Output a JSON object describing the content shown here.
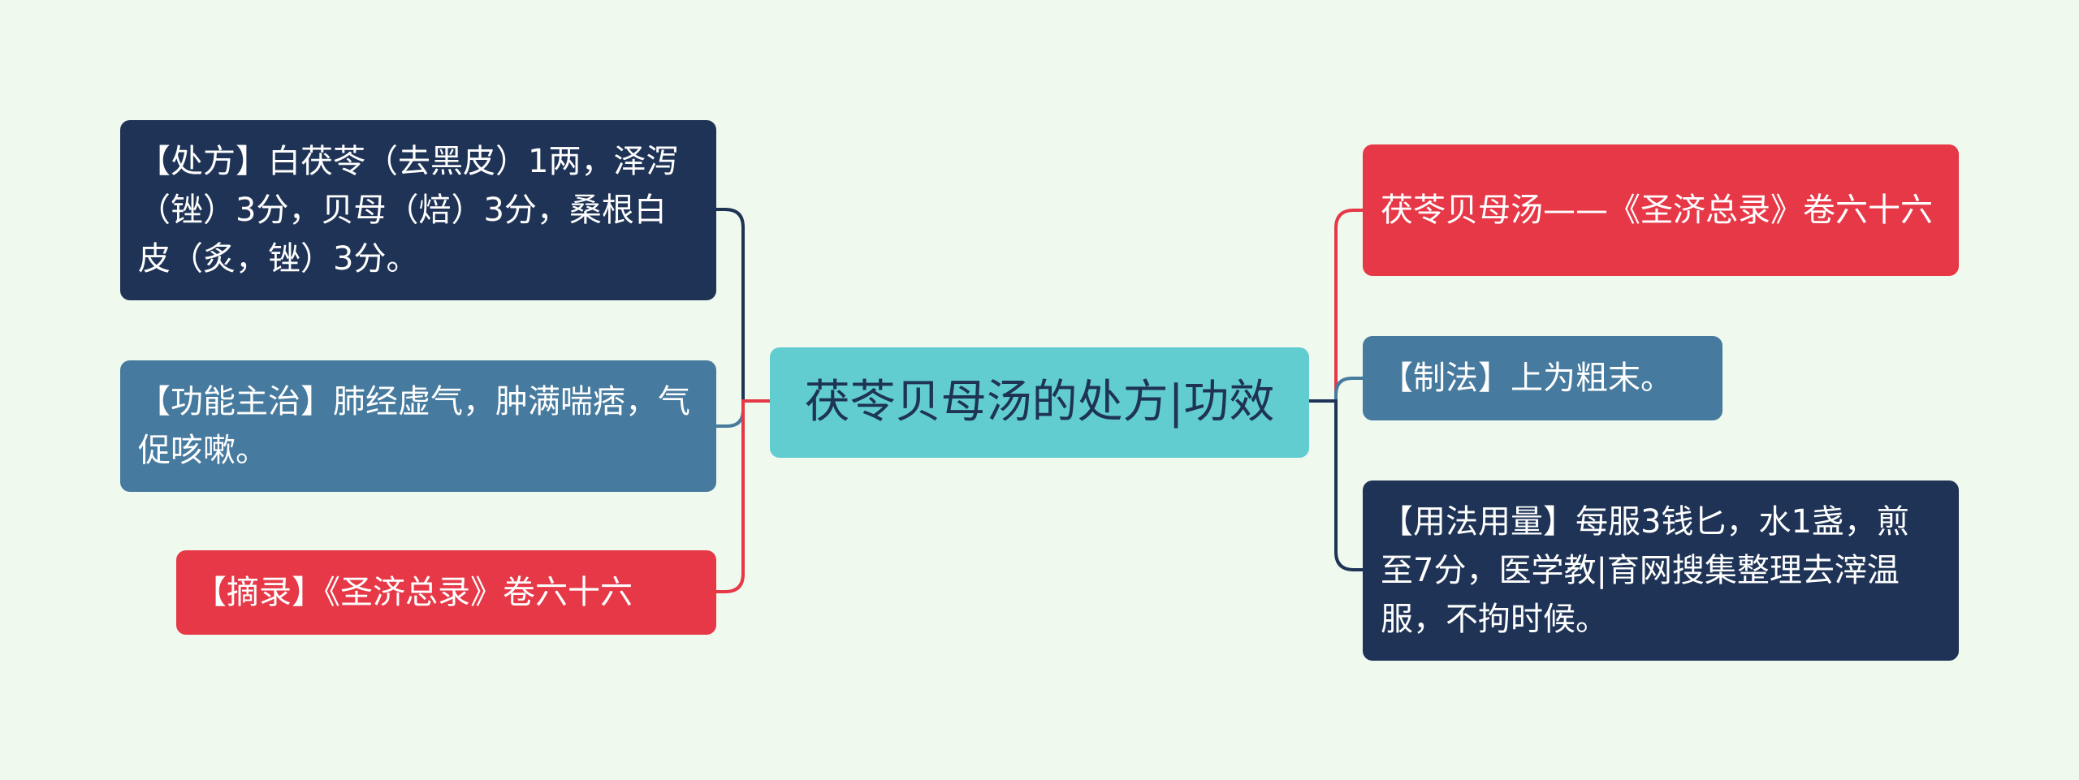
{
  "colors": {
    "background": "#f0f9ee",
    "navy": "#1e3356",
    "steel": "#467a9e",
    "red": "#e63847",
    "center": "#62cdd0"
  },
  "center": {
    "title": "茯苓贝母汤的处方|功效"
  },
  "left": [
    {
      "text": "【处方】白茯苓（去黑皮）1两，泽泻（锉）3分，贝母（焙）3分，桑根白皮（炙，锉）3分。",
      "color": "navy"
    },
    {
      "text": "【功能主治】肺经虚气，肿满喘痞，气促咳嗽。",
      "color": "steel"
    },
    {
      "text": "【摘录】《圣济总录》卷六十六",
      "color": "red"
    }
  ],
  "right": [
    {
      "text": "茯苓贝母汤——《圣济总录》卷六十六",
      "color": "red"
    },
    {
      "text": "【制法】上为粗末。",
      "color": "steel"
    },
    {
      "text": "【用法用量】每服3钱匕，水1盏，煎至7分，医学教|育网搜集整理去滓温服，不拘时候。",
      "color": "navy"
    }
  ]
}
